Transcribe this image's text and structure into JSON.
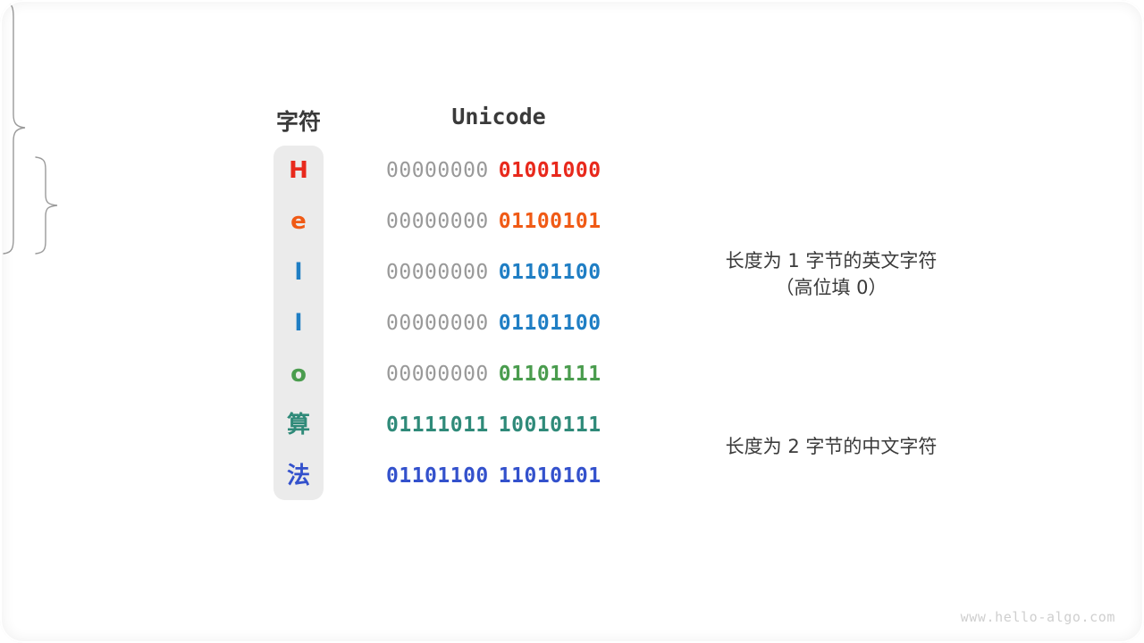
{
  "headers": {
    "character": "字符",
    "unicode": "Unicode"
  },
  "palette": {
    "red": "#e8291c",
    "orange": "#f05a15",
    "sky_blue": "#1f7ec4",
    "green": "#4a9c4e",
    "teal": "#2f8a79",
    "royal_blue": "#3351cc",
    "pad_gray": "#999999",
    "column_bg": "#ebebeb",
    "text_dark": "#3a3a3a",
    "brace_gray": "#9a9a9a",
    "watermark_gray": "#cfcfcf",
    "canvas_bg": "#ffffff"
  },
  "rows": [
    {
      "char": "H",
      "color": "#e8291c",
      "pad_byte": "00000000",
      "main_byte": "01001000",
      "two_byte": false
    },
    {
      "char": "e",
      "color": "#f05a15",
      "pad_byte": "00000000",
      "main_byte": "01100101",
      "two_byte": false
    },
    {
      "char": "l",
      "color": "#1f7ec4",
      "pad_byte": "00000000",
      "main_byte": "01101100",
      "two_byte": false
    },
    {
      "char": "l",
      "color": "#1f7ec4",
      "pad_byte": "00000000",
      "main_byte": "01101100",
      "two_byte": false
    },
    {
      "char": "o",
      "color": "#4a9c4e",
      "pad_byte": "00000000",
      "main_byte": "01101111",
      "two_byte": false
    },
    {
      "char": "算",
      "color": "#2f8a79",
      "pad_byte": "01111011",
      "main_byte": "10010111",
      "two_byte": true
    },
    {
      "char": "法",
      "color": "#3351cc",
      "pad_byte": "01101100",
      "main_byte": "11010101",
      "two_byte": true
    }
  ],
  "annotations": {
    "english": "长度为 1 字节的英文字符\n（高位填 0）",
    "chinese": "长度为 2 字节的中文字符"
  },
  "watermark": "www.hello-algo.com"
}
